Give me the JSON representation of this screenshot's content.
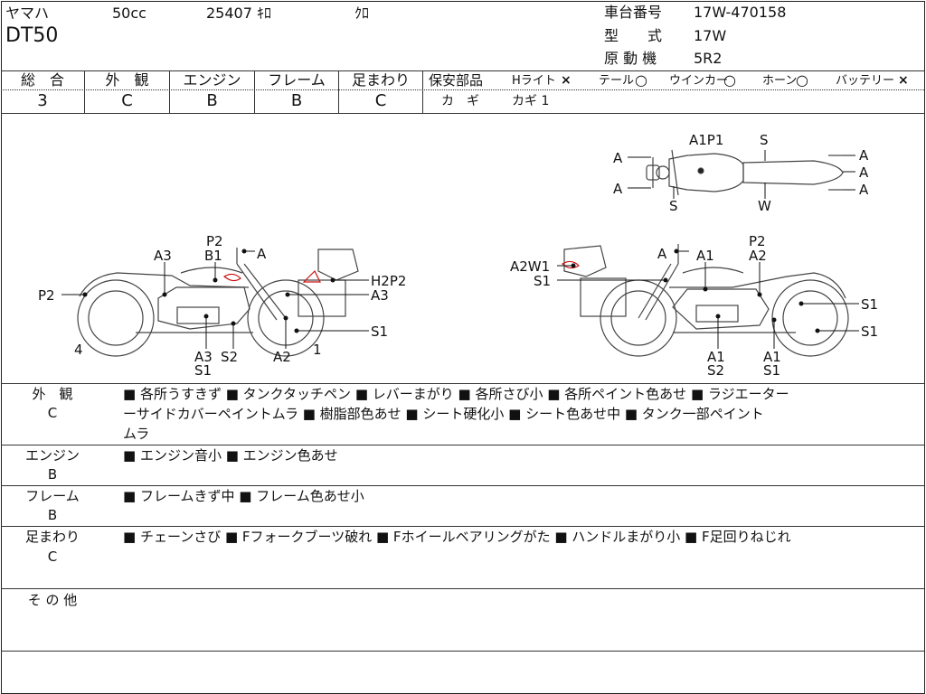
{
  "header": {
    "maker": "ヤマハ",
    "displacement": "50cc",
    "mileage": "25407 ｷﾛ",
    "color": "ｸﾛ",
    "model": "DT50",
    "frame_no_label": "車台番号",
    "frame_no": "17W-470158",
    "type_label": "型　　式",
    "type_value": "17W",
    "engine_label": "原 動 機",
    "engine_value": "5R2"
  },
  "grades": [
    {
      "label": "総　合",
      "value": "3"
    },
    {
      "label": "外　観",
      "value": "C"
    },
    {
      "label": "エンジン",
      "value": "B"
    },
    {
      "label": "フレーム",
      "value": "B"
    },
    {
      "label": "足まわり",
      "value": "C"
    }
  ],
  "safety": {
    "label": "保安部品",
    "items": [
      {
        "name": "Hライト",
        "mark": "×"
      },
      {
        "name": "テール",
        "mark": "○"
      },
      {
        "name": "ウインカー",
        "mark": "○"
      },
      {
        "name": "ホーン",
        "mark": "○"
      },
      {
        "name": "バッテリー",
        "mark": "×"
      }
    ],
    "key_label": "カ　ギ",
    "key_value": "カギ 1"
  },
  "diagram": {
    "top_view": {
      "labels": [
        "A1P1",
        "S",
        "A",
        "A",
        "A",
        "A",
        "A",
        "S",
        "W"
      ]
    },
    "left_view": {
      "labels": [
        "P2",
        "B1",
        "A",
        "A3",
        "P2",
        "H2P2",
        "A3",
        "S1",
        "A3",
        "S1",
        "S2",
        "A2",
        "4",
        "1"
      ]
    },
    "right_view": {
      "labels": [
        "A2W1",
        "S1",
        "A",
        "A1",
        "P2",
        "A2",
        "S1",
        "S1",
        "A1",
        "S2",
        "A1",
        "S1"
      ]
    }
  },
  "notes": [
    {
      "category": "外　観",
      "grade": "C",
      "lines": [
        "■ 各所うすきず ■ タンクタッチペン ■ レバーまがり ■ 各所さび小 ■ 各所ペイント色あせ ■ ラジエーター",
        "ーサイドカバーペイントムラ ■ 樹脂部色あせ ■ シート硬化小 ■ シート色あせ中 ■ タンク一部ペイント",
        "ムラ"
      ]
    },
    {
      "category": "エンジン",
      "grade": "B",
      "lines": [
        "■ エンジン音小 ■ エンジン色あせ"
      ]
    },
    {
      "category": "フレーム",
      "grade": "B",
      "lines": [
        "■ フレームきず中 ■ フレーム色あせ小"
      ]
    },
    {
      "category": "足まわり",
      "grade": "C",
      "lines": [
        "■ チェーンさび ■ Fフォークブーツ破れ ■ Fホイールベアリングがた ■ ハンドルまがり小 ■ F足回りねじれ"
      ]
    },
    {
      "category": "そ の 他",
      "grade": "",
      "lines": []
    }
  ],
  "colors": {
    "ink": "#111111",
    "rule": "#333333",
    "damage_mark": "#cc1111"
  }
}
